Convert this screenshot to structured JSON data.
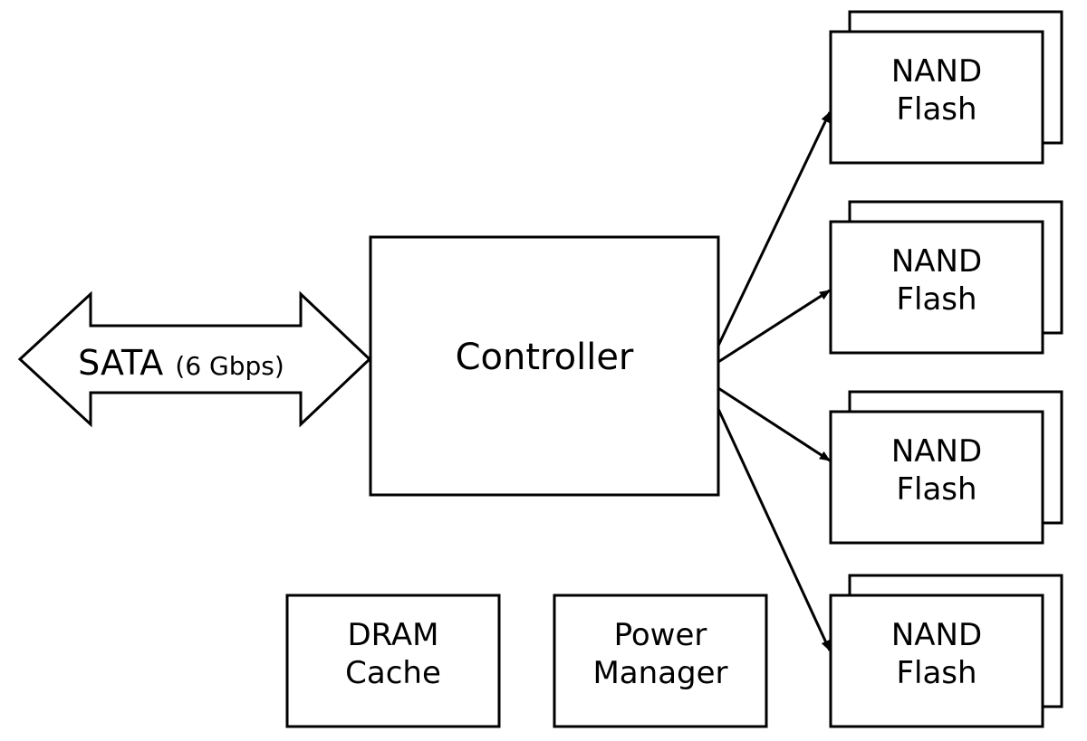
{
  "sata": {
    "main": "SATA",
    "speed": "(6 Gbps)"
  },
  "controller": {
    "label": "Controller"
  },
  "nand": [
    {
      "line1": "NAND",
      "line2": "Flash"
    },
    {
      "line1": "NAND",
      "line2": "Flash"
    },
    {
      "line1": "NAND",
      "line2": "Flash"
    },
    {
      "line1": "NAND",
      "line2": "Flash"
    }
  ],
  "dram": {
    "line1": "DRAM",
    "line2": "Cache"
  },
  "power": {
    "line1": "Power",
    "line2": "Manager"
  },
  "colors": {
    "stroke": "#000000",
    "fill": "#ffffff"
  }
}
